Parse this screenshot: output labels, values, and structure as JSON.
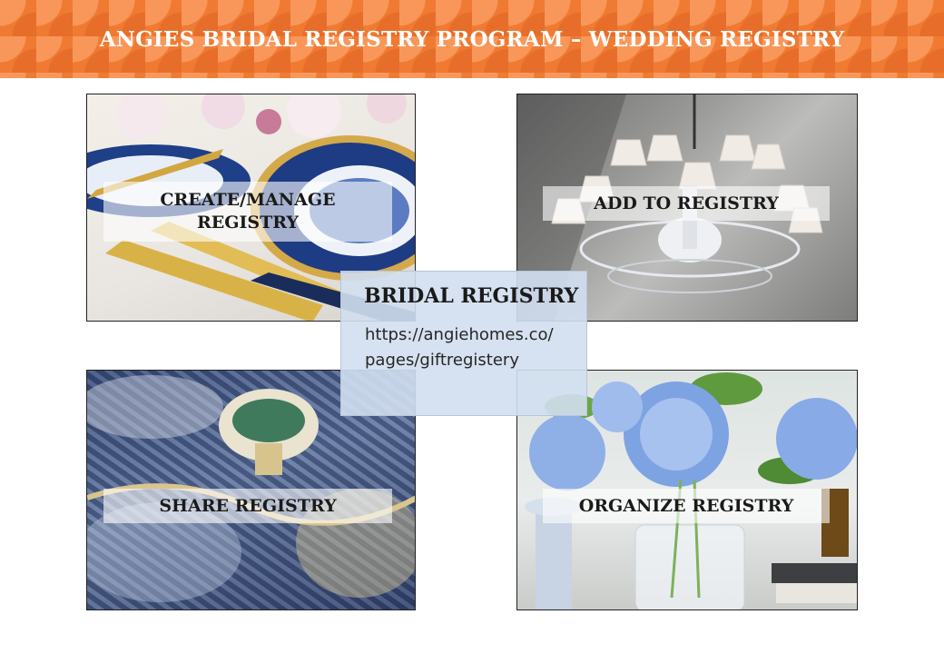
{
  "header": {
    "title": "ANGIES BRIDAL REGISTRY PROGRAM – WEDDING REGISTRY",
    "accent_color": "#f07a32"
  },
  "tiles": [
    {
      "label_line1": "CREATE/MANAGE",
      "label_line2": "REGISTRY",
      "image": "tableware-photo"
    },
    {
      "label": "ADD TO REGISTRY",
      "image": "chandelier-photo"
    },
    {
      "label": "SHARE REGISTRY",
      "image": "fabric-photo"
    },
    {
      "label": "ORGANIZE REGISTRY",
      "image": "hydrangea-photo"
    }
  ],
  "center": {
    "title": "BRIDAL REGISTRY",
    "url_line1": "https://angiehomes.co/",
    "url_line2": "pages/giftregistery"
  }
}
